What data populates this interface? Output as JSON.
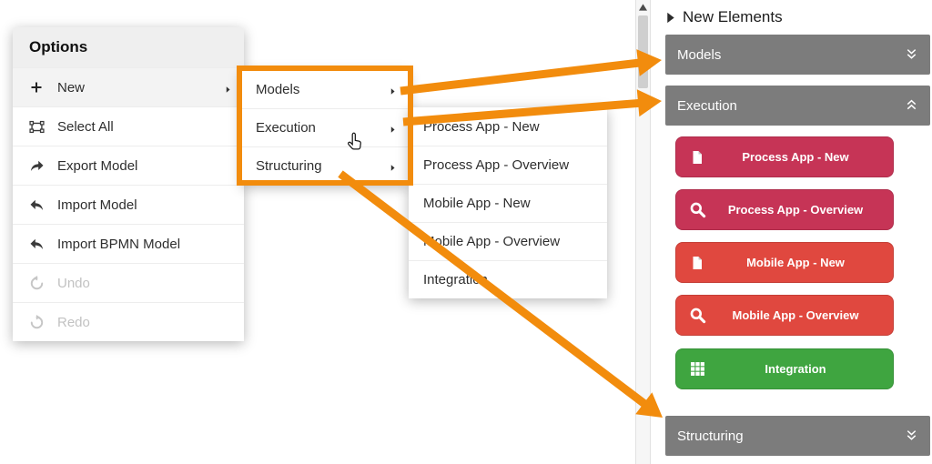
{
  "colors": {
    "accent_orange": "#F28C0D",
    "section_bar_gray": "#7C7C7C",
    "process_button_red": "#C63456",
    "mobile_button_red": "#E0483F",
    "integration_green": "#3FA540"
  },
  "options_menu": {
    "title": "Options",
    "items": [
      {
        "label": "New",
        "icon": "plus-icon",
        "disabled": false,
        "has_submenu": true
      },
      {
        "label": "Select All",
        "icon": "select-all-icon",
        "disabled": false
      },
      {
        "label": "Export Model",
        "icon": "export-arrow-icon",
        "disabled": false
      },
      {
        "label": "Import Model",
        "icon": "import-arrow-icon",
        "disabled": false
      },
      {
        "label": "Import BPMN Model",
        "icon": "import-arrow-icon",
        "disabled": false
      },
      {
        "label": "Undo",
        "icon": "undo-icon",
        "disabled": true
      },
      {
        "label": "Redo",
        "icon": "redo-icon",
        "disabled": true
      }
    ]
  },
  "category_menu": {
    "items": [
      {
        "label": "Models",
        "has_submenu": true
      },
      {
        "label": "Execution",
        "has_submenu": true
      },
      {
        "label": "Structuring",
        "has_submenu": true
      }
    ]
  },
  "execution_menu": {
    "items": [
      {
        "label": "Process App - New"
      },
      {
        "label": "Process App - Overview"
      },
      {
        "label": "Mobile App - New"
      },
      {
        "label": "Mobile App - Overview"
      },
      {
        "label": "Integration"
      }
    ]
  },
  "palette": {
    "header": "New Elements",
    "models_label": "Models",
    "execution_label": "Execution",
    "structuring_label": "Structuring",
    "models_state": "collapsed",
    "execution_state": "expanded",
    "structuring_state": "collapsed",
    "execution_buttons": [
      {
        "label": "Process App - New",
        "color": "#C63456",
        "icon": "file-icon"
      },
      {
        "label": "Process App - Overview",
        "color": "#C63456",
        "icon": "search-icon"
      },
      {
        "label": "Mobile App - New",
        "color": "#E0483F",
        "icon": "file-icon"
      },
      {
        "label": "Mobile App - Overview",
        "color": "#E0483F",
        "icon": "search-icon"
      },
      {
        "label": "Integration",
        "color": "#3FA540",
        "icon": "grid-icon"
      }
    ]
  }
}
